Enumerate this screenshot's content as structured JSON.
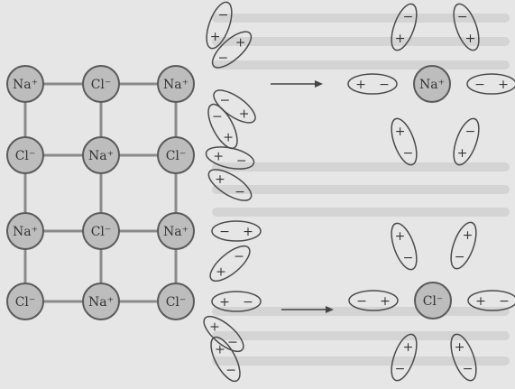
{
  "lattice": {
    "labels": [
      [
        "Na⁺",
        "Cl⁻",
        "Na⁺"
      ],
      [
        "Cl⁻",
        "Na⁺",
        "Cl⁻"
      ],
      [
        "Na⁺",
        "Cl⁻",
        "Na⁺"
      ],
      [
        "Cl⁻",
        "Na⁺",
        "Cl⁻"
      ]
    ]
  },
  "hydrated_na": {
    "label": "Na⁺"
  },
  "hydrated_cl": {
    "label": "Cl⁻"
  },
  "signs": {
    "plus": "+",
    "minus": "−"
  },
  "colors": {
    "ion_fill": "#bdbdbd",
    "ion_stroke": "#5a5a5a",
    "bond": "#8a8a8a",
    "dipole_stroke": "#4a4a4a",
    "background": "#e6e6e6"
  }
}
